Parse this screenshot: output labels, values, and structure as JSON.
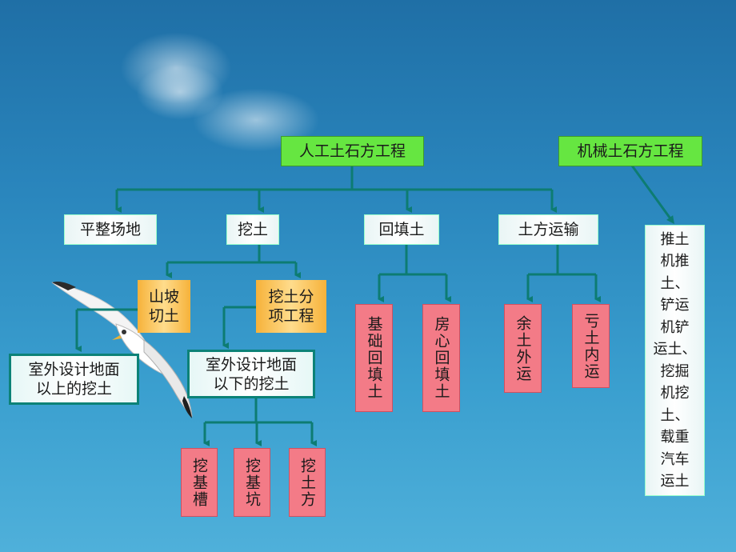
{
  "top": {
    "manual_root": "人工土石方工程",
    "mechanical_root": "机械土石方工程"
  },
  "level1": {
    "leveling": "平整场地",
    "excavation": "挖土",
    "backfill": "回填土",
    "transport": "土方运输"
  },
  "excavation": {
    "slope_cut": "山坡\n切土",
    "sub_works": "挖土分\n项工程",
    "above_ground": "室外设计地面\n以上的挖土",
    "below_ground": "室外设计地面\n以下的挖土"
  },
  "below_items": {
    "trench": "挖基槽",
    "pit": "挖基坑",
    "earthwork": "挖土方"
  },
  "backfill_items": {
    "foundation": "基础回填土",
    "room": "房心回填土"
  },
  "transport_items": {
    "surplus": "余土外运",
    "deficit": "亏土内运"
  },
  "mechanical": {
    "detail": "推土\n机推\n土、\n铲运\n机铲\n运土、\n挖掘\n机挖\n土、\n载重\n汽车\n运土"
  },
  "colors": {
    "connector": "#0d7c72",
    "green": "#66e641",
    "orange": "#f6b23a",
    "pink": "#f37b87"
  }
}
